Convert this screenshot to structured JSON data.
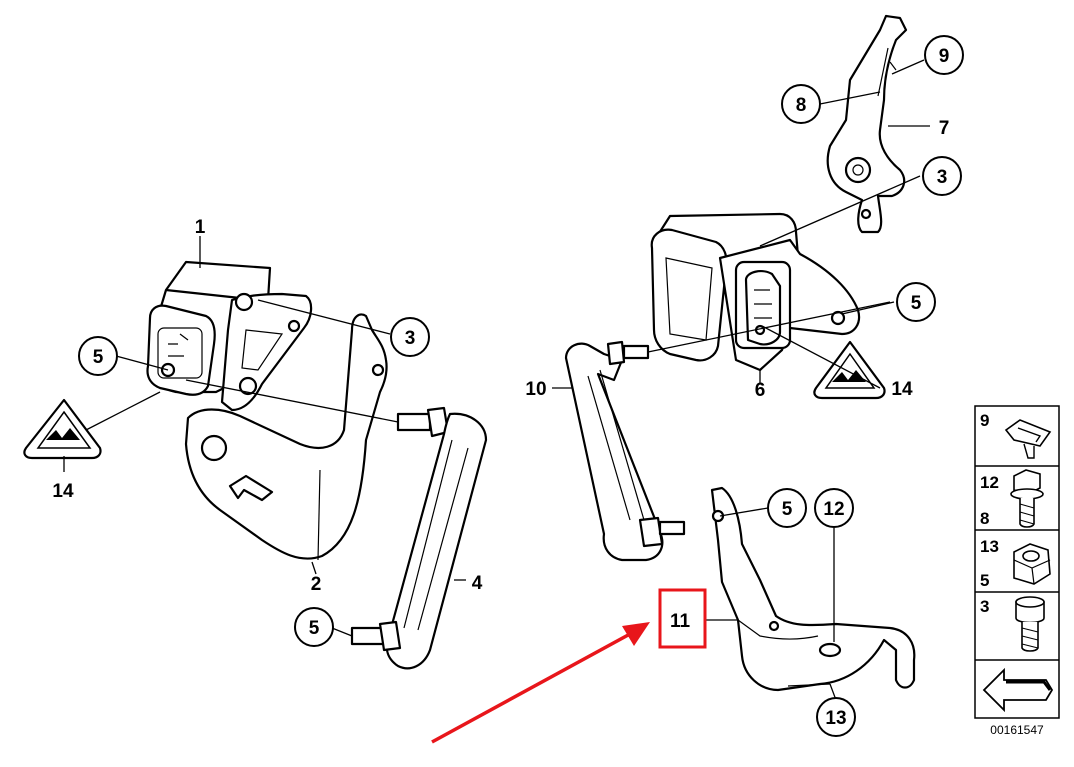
{
  "callouts": {
    "c1": "1",
    "c2": "2",
    "c3a": "3",
    "c3b": "3",
    "c4": "4",
    "c5a": "5",
    "c5b": "5",
    "c5c": "5",
    "c5d": "5",
    "c6": "6",
    "c7": "7",
    "c8": "8",
    "c9": "9",
    "c10": "10",
    "c11": "11",
    "c12": "12",
    "c13": "13",
    "c14a": "14",
    "c14b": "14"
  },
  "legend": {
    "row1": "9",
    "row2a": "12",
    "row2b": "8",
    "row3a": "13",
    "row3b": "5",
    "row4": "3"
  },
  "reference_number": "00161547",
  "colors": {
    "highlight": "#e8161b",
    "arrow": "#e8161b",
    "line": "#000000",
    "background": "#ffffff"
  }
}
